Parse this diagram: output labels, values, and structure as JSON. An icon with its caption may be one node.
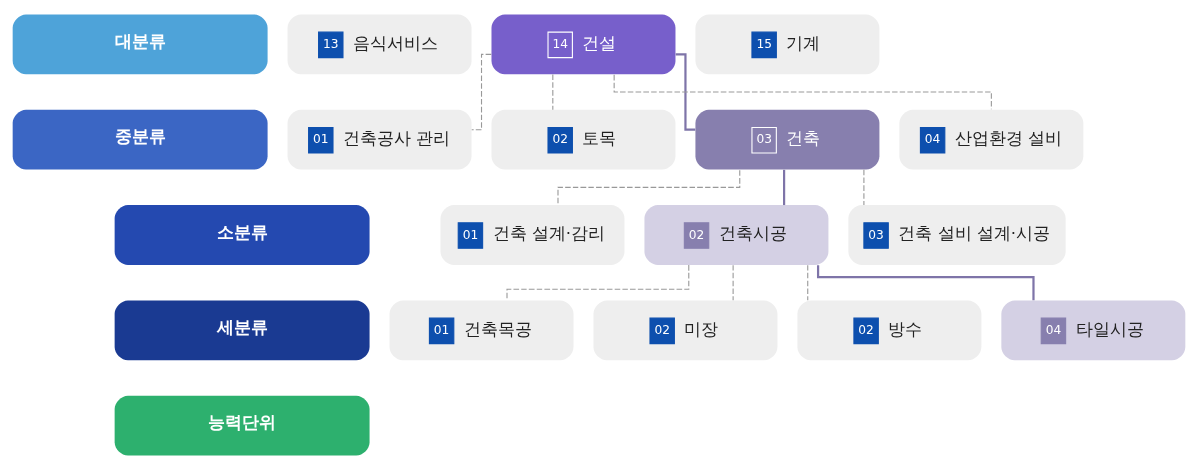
{
  "diagram": {
    "nodes": [
      {
        "text": [
          "대분류"
        ]
      },
      {
        "text": [
          "중분류"
        ]
      },
      {
        "text": [
          "소분류"
        ]
      },
      {
        "text": [
          "세분류"
        ]
      },
      {
        "text": [
          "능력단위"
        ]
      },
      {
        "text": [
          "13",
          "음식서비스"
        ]
      },
      {
        "text": [
          "14",
          "건설"
        ]
      },
      {
        "text": [
          "15",
          "기계"
        ]
      },
      {
        "text": [
          "01",
          "건축공사 관리"
        ]
      },
      {
        "text": [
          "02",
          "토목"
        ]
      },
      {
        "text": [
          "03",
          "건축"
        ]
      },
      {
        "text": [
          "04",
          "산업환경 설비"
        ]
      },
      {
        "text": [
          "01",
          "건축 설계·감리"
        ]
      },
      {
        "text": [
          "02",
          "건축시공"
        ]
      },
      {
        "text": [
          "03",
          "건축 설비 설계·시공"
        ]
      },
      {
        "text": [
          "01",
          "건축목공"
        ]
      },
      {
        "text": [
          "02",
          "미장"
        ]
      },
      {
        "text": [
          "02",
          "방수"
        ]
      },
      {
        "text": [
          "04",
          "타일시공"
        ]
      }
    ],
    "edges": [
      {
        "from": 6,
        "to": 8,
        "arrow": "none",
        "style": "dashed"
      },
      {
        "from": 6,
        "to": 9,
        "arrow": "none",
        "style": "dashed"
      },
      {
        "from": 6,
        "to": 10,
        "arrow": "none",
        "color": "#7e74a8"
      },
      {
        "from": 6,
        "to": 11,
        "arrow": "none",
        "style": "dashed"
      },
      {
        "from": 10,
        "to": 12,
        "arrow": "none",
        "style": "dashed"
      },
      {
        "from": 10,
        "to": 13,
        "arrow": "none",
        "color": "#7e74a8"
      },
      {
        "from": 10,
        "to": 14,
        "arrow": "none",
        "style": "dashed"
      },
      {
        "from": 13,
        "to": 15,
        "arrow": "none",
        "style": "dashed"
      },
      {
        "from": 13,
        "to": 16,
        "arrow": "none",
        "style": "dashed"
      },
      {
        "from": 13,
        "to": 17,
        "arrow": "none",
        "style": "dashed"
      },
      {
        "from": 13,
        "to": 18,
        "arrow": "none",
        "color": "#7e74a8"
      }
    ]
  }
}
